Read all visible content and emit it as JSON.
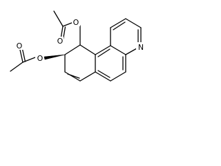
{
  "molecule": {
    "atoms": {
      "o_upper_carbonyl": "O",
      "o_upper_ester": "O",
      "o_left_carbonyl": "O",
      "o_left_ester": "O",
      "n_pyridine": "N"
    }
  },
  "colors": {
    "bond": "#000000",
    "background": "#ffffff"
  }
}
